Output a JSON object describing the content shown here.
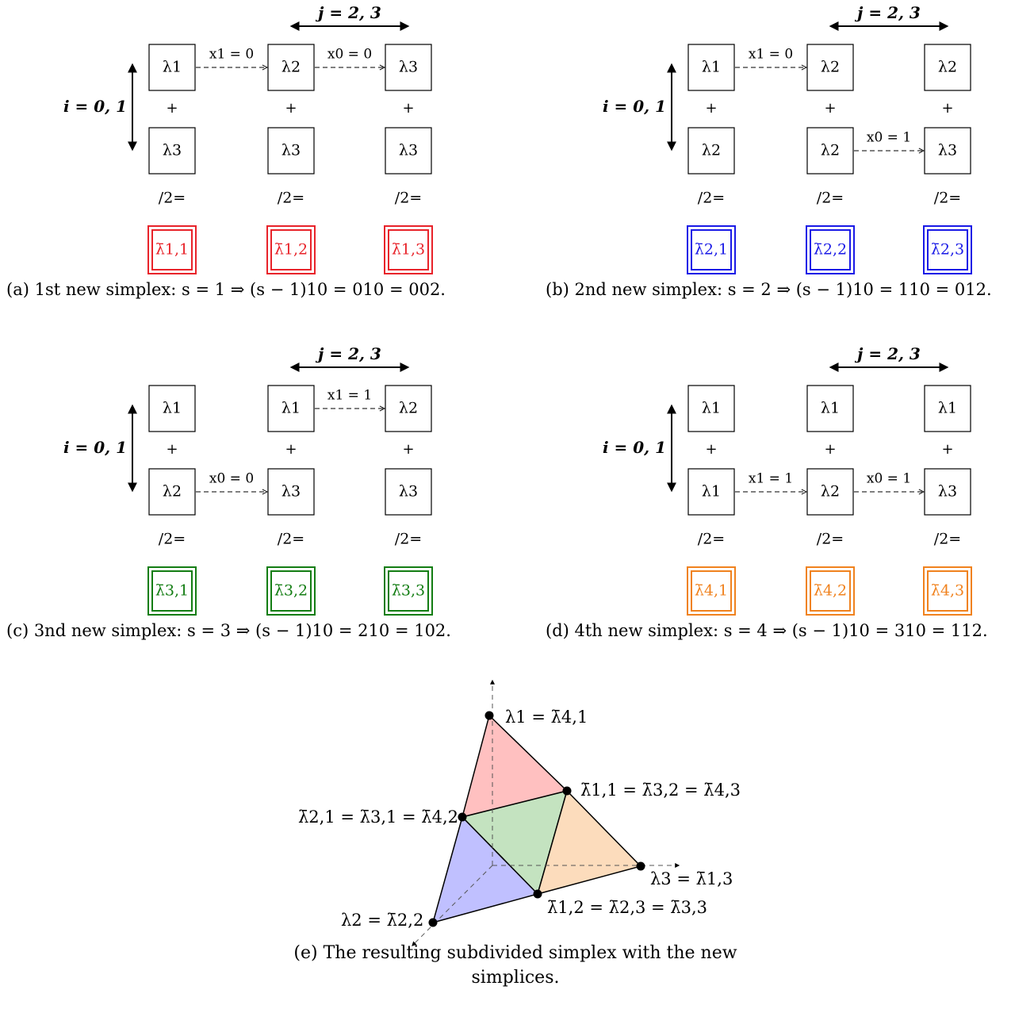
{
  "colors": {
    "red": "#e8232a",
    "blue": "#1a1ae6",
    "green": "#137d13",
    "orange": "#f0821e",
    "fill_red": "#ffc0c0",
    "fill_green": "#c4e3c0",
    "fill_blue": "#c0c0ff",
    "fill_orange": "#fcdcbc"
  },
  "panels": [
    {
      "id": "a",
      "color_key": "red",
      "i_label": "i = 0, 1",
      "j_label": "j = 2, 3",
      "top": [
        "λ1",
        "λ2",
        "λ3"
      ],
      "bottom": [
        "λ3",
        "λ3",
        "λ3"
      ],
      "plus": "+",
      "div": "/2=",
      "results": [
        "λ̄1,1",
        "λ̄1,2",
        "λ̄1,3"
      ],
      "arrows": [
        {
          "row": "top",
          "from": 0,
          "to": 1,
          "label": "x1 = 0"
        },
        {
          "row": "top",
          "from": 1,
          "to": 2,
          "label": "x0 = 0"
        }
      ],
      "caption": "(a) 1st new simplex: s = 1 ⇒ (s − 1)10 = 010 = 002."
    },
    {
      "id": "b",
      "color_key": "blue",
      "i_label": "i = 0, 1",
      "j_label": "j = 2, 3",
      "top": [
        "λ1",
        "λ2",
        "λ2"
      ],
      "bottom": [
        "λ2",
        "λ2",
        "λ3"
      ],
      "plus": "+",
      "div": "/2=",
      "results": [
        "λ̄2,1",
        "λ̄2,2",
        "λ̄2,3"
      ],
      "arrows": [
        {
          "row": "top",
          "from": 0,
          "to": 1,
          "label": "x1 = 0"
        },
        {
          "row": "bottom",
          "from": 1,
          "to": 2,
          "label": "x0 = 1"
        }
      ],
      "caption": "(b) 2nd new simplex: s = 2 ⇒ (s − 1)10 = 110 = 012."
    },
    {
      "id": "c",
      "color_key": "green",
      "i_label": "i = 0, 1",
      "j_label": "j = 2, 3",
      "top": [
        "λ1",
        "λ1",
        "λ2"
      ],
      "bottom": [
        "λ2",
        "λ3",
        "λ3"
      ],
      "plus": "+",
      "div": "/2=",
      "results": [
        "λ̄3,1",
        "λ̄3,2",
        "λ̄3,3"
      ],
      "arrows": [
        {
          "row": "top",
          "from": 1,
          "to": 2,
          "label": "x1 = 1"
        },
        {
          "row": "bottom",
          "from": 0,
          "to": 1,
          "label": "x0 = 0"
        }
      ],
      "caption": "(c) 3nd new simplex: s = 3 ⇒ (s − 1)10 = 210 = 102."
    },
    {
      "id": "d",
      "color_key": "orange",
      "i_label": "i = 0, 1",
      "j_label": "j = 2, 3",
      "top": [
        "λ1",
        "λ1",
        "λ1"
      ],
      "bottom": [
        "λ1",
        "λ2",
        "λ3"
      ],
      "plus": "+",
      "div": "/2=",
      "results": [
        "λ̄4,1",
        "λ̄4,2",
        "λ̄4,3"
      ],
      "arrows": [
        {
          "row": "bottom",
          "from": 0,
          "to": 1,
          "label": "x1 = 1"
        },
        {
          "row": "bottom",
          "from": 1,
          "to": 2,
          "label": "x0 = 1"
        }
      ],
      "caption": "(d) 4th new simplex: s = 4 ⇒ (s − 1)10 = 310 = 112."
    }
  ],
  "simplex": {
    "labels": {
      "top": "λ1 = λ̄4,1",
      "right_mid": "λ̄1,1 = λ̄3,2 = λ̄4,3",
      "left_mid": "λ̄2,1 = λ̄3,1 = λ̄4,2",
      "right": "λ3 = λ̄1,3",
      "bottom_mid": "λ̄1,2 = λ̄2,3 = λ̄3,3",
      "bottom_left": "λ2 = λ̄2,2"
    },
    "caption": "(e) The resulting subdivided simplex with the new simplices."
  }
}
